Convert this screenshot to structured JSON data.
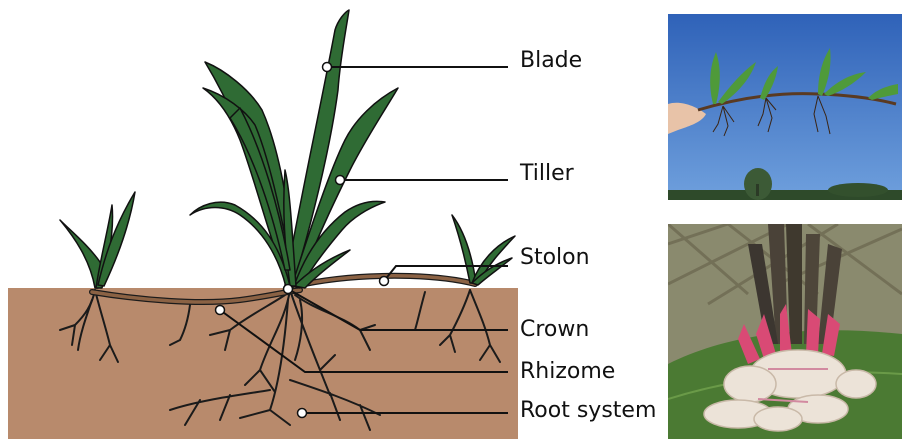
{
  "labels": {
    "blade": "Blade",
    "tiller": "Tiller",
    "stolon": "Stolon",
    "crown": "Crown",
    "rhizome": "Rhizome",
    "root_system": "Root system"
  },
  "colors": {
    "soil": "#b88a6c",
    "leaf": "#2f6b34",
    "leaf_outline": "#111111",
    "stem": "#8b6244",
    "sky": "#3b73c4",
    "background": "#ffffff"
  },
  "photos": {
    "top": "stolon-with-roots-photo",
    "bottom": "rhizome-crown-photo"
  }
}
